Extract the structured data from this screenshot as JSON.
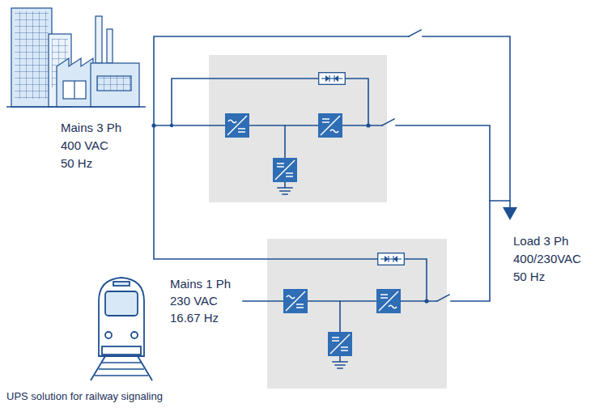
{
  "diagram": {
    "caption": "UPS solution for railway signaling",
    "labels": [
      "Mains 3 Ph",
      "400 VAC",
      "50 Hz",
      "Mains 1 Ph",
      "230 VAC",
      "16.67 Hz",
      "Load 3 Ph",
      "400/230VAC",
      "50 Hz"
    ]
  }
}
